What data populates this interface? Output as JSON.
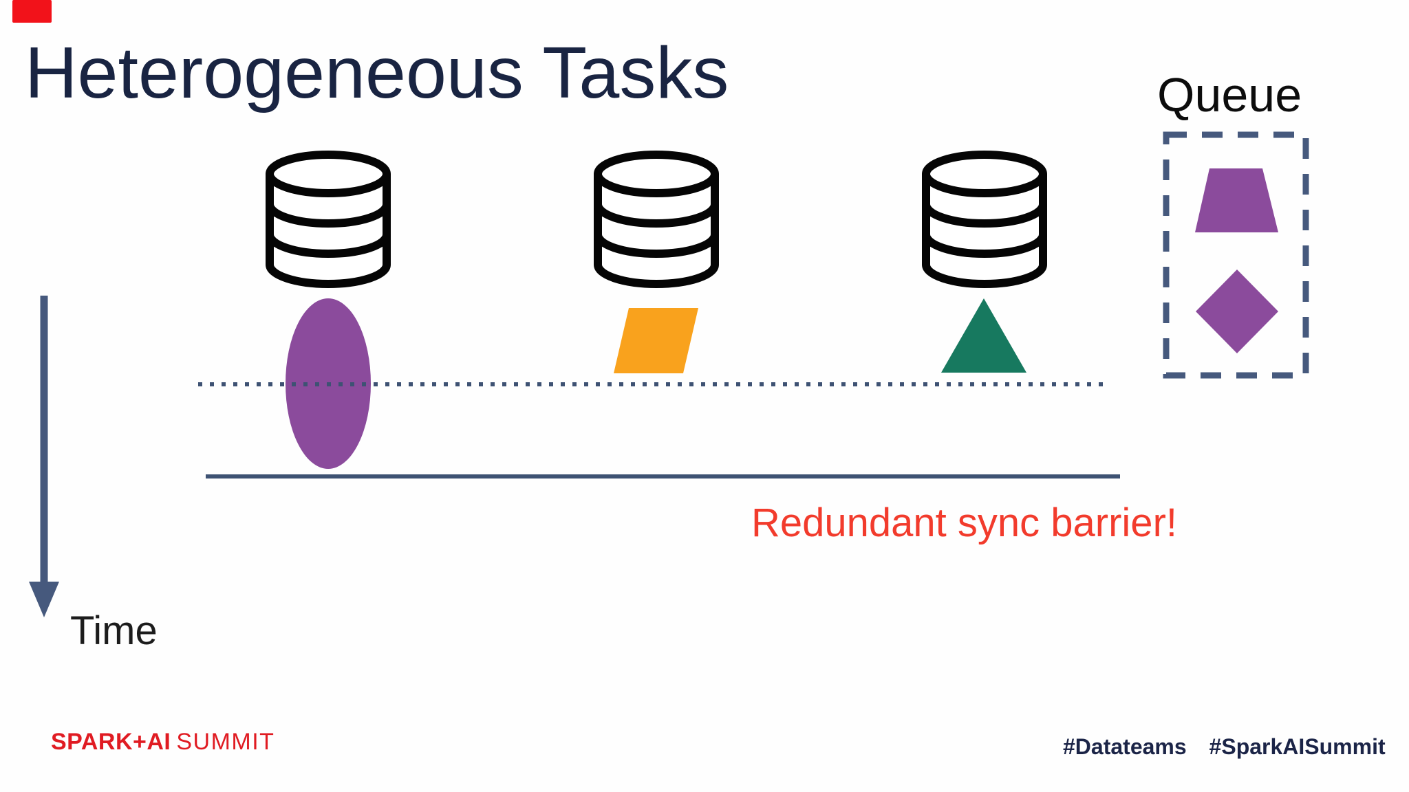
{
  "slide": {
    "title": "Heterogeneous Tasks",
    "queue_label": "Queue",
    "annotation": "Redundant sync barrier!",
    "time_label": "Time",
    "footer": {
      "logo_primary": "SPARK+AI",
      "logo_secondary": "SUMMIT",
      "hashtag_1": "#Datateams",
      "hashtag_2": "#SparkAISummit"
    },
    "colors": {
      "title_navy": "#192442",
      "annotation_red": "#f23b2c",
      "logo_red": "#e01b22",
      "hashtag_navy": "#1b2447",
      "recording_mark_red": "#f2121a",
      "task_purple": "#8b4b9c",
      "task_orange": "#f9a21d",
      "task_teal": "#17795f",
      "line_slate": "#3e5273",
      "dash_slate": "#46597d",
      "database_stroke": "#050505"
    },
    "icons": {
      "databases": [
        "database-icon",
        "database-icon",
        "database-icon"
      ],
      "task_shapes": [
        "ellipse-task",
        "parallelogram-task",
        "triangle-task"
      ],
      "queue_shapes": [
        "trapezoid-task",
        "diamond-task"
      ],
      "time_axis": "down-arrow"
    }
  }
}
